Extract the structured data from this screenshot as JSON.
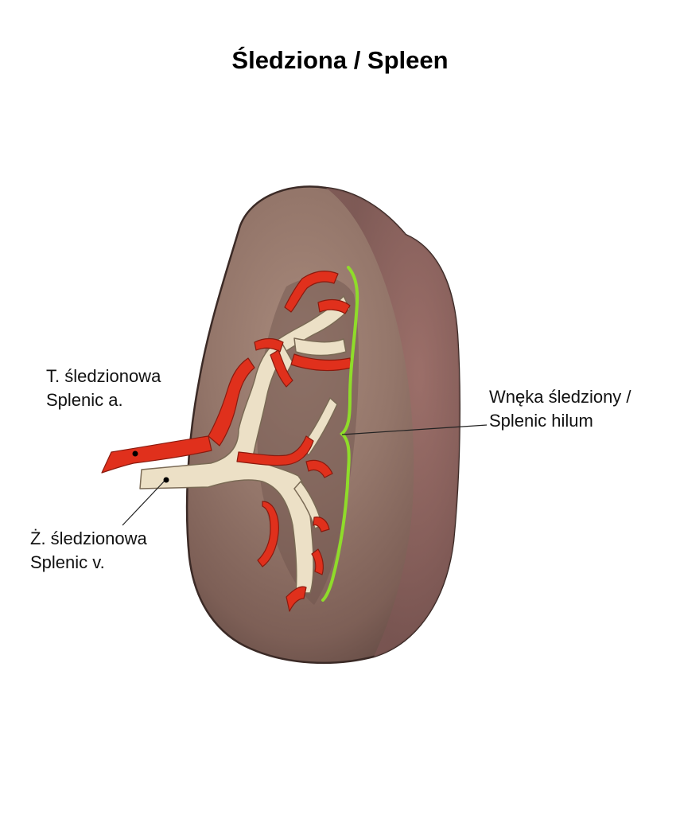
{
  "title": "Śledziona / Spleen",
  "labels": {
    "artery": {
      "line1": "T. śledzionowa",
      "line2": "Splenic a."
    },
    "vein": {
      "line1": "Ż. śledzionowa",
      "line2": "Splenic v."
    },
    "hilum": {
      "line1": "Wnęka śledziony /",
      "line2": "Splenic hilum"
    }
  },
  "colors": {
    "spleen": "#8a6a60",
    "artery": "#e0301c",
    "vein": "#ece0c6",
    "hilum_bracket": "#8fdc2a"
  }
}
